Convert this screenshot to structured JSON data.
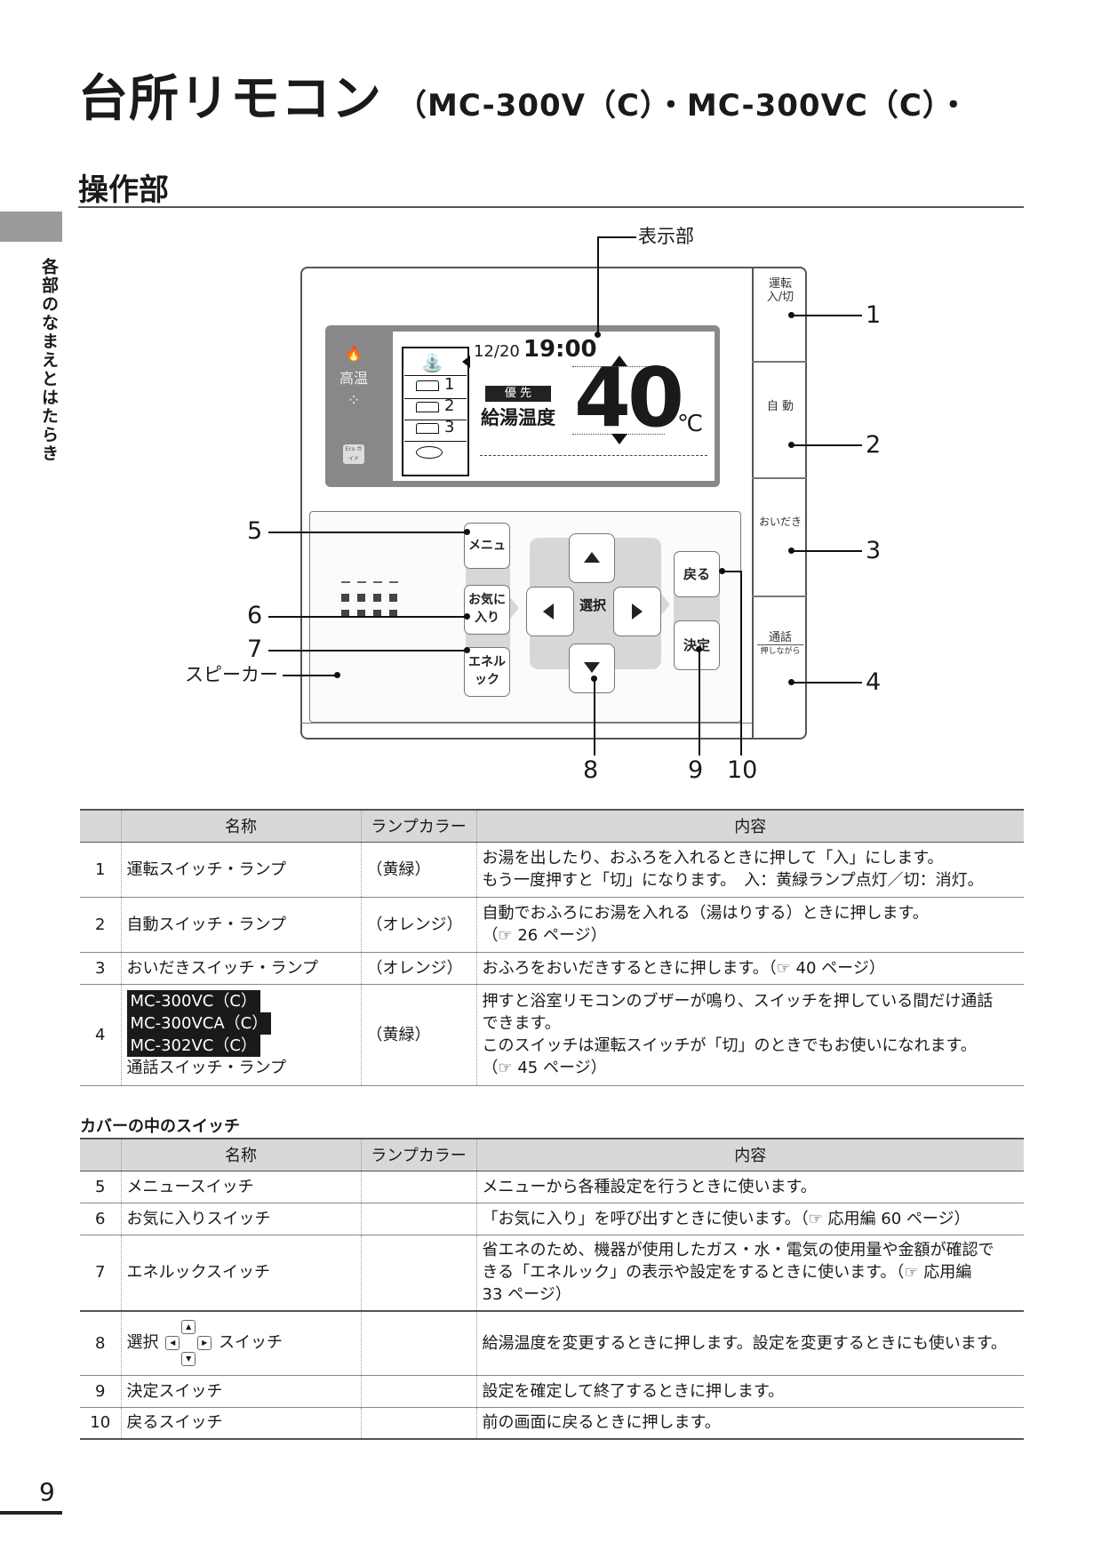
{
  "header": {
    "title": "台所リモコン",
    "models": "（MC-300V（C）・MC-300VC（C）・"
  },
  "section": {
    "title": "操作部"
  },
  "side_label": "各部のなまえとはたらき",
  "page_number": "9",
  "diagram": {
    "display_label": "表示部",
    "speaker_label": "スピーカー",
    "screen": {
      "icon_flame": "🔥",
      "icon_high_temp": "高温",
      "icon_eco": "Eco ガイド",
      "date": "12/20",
      "time": "19:00",
      "priority": "優 先",
      "label": "給湯温度",
      "temp": "40",
      "unit": "℃",
      "bath_nums": [
        "1",
        "2",
        "3"
      ]
    },
    "buttons": {
      "menu": "メニュー",
      "favorite": "お気に入り",
      "eneluck": "エネルック",
      "select": "選択",
      "back": "戻る",
      "decide": "決定"
    },
    "side_buttons": {
      "power": "運転",
      "power_sub": "入/切",
      "auto": "自 動",
      "reheat": "おいだき",
      "talk": "通話",
      "talk_sub": "押しながら"
    },
    "callouts": [
      "1",
      "2",
      "3",
      "4",
      "5",
      "6",
      "7",
      "8",
      "9",
      "10"
    ]
  },
  "table1": {
    "headers": {
      "name": "名称",
      "lamp": "ランプカラー",
      "content": "内容"
    },
    "rows": [
      {
        "num": "1",
        "name": "運転スイッチ・ランプ",
        "lamp": "（黄緑）",
        "content1": "お湯を出したり、おふろを入れるときに押して「入」にします。",
        "content2": "もう一度押すと「切」になります。　入：黄緑ランプ点灯／切：消灯。"
      },
      {
        "num": "2",
        "name": "自動スイッチ・ランプ",
        "lamp": "（オレンジ）",
        "content1": "自動でおふろにお湯を入れる（湯はりする）ときに押します。",
        "content2": "（☞ 26 ページ）"
      },
      {
        "num": "3",
        "name": "おいだきスイッチ・ランプ",
        "lamp": "（オレンジ）",
        "content1": "おふろをおいだきするときに押します。（☞ 40 ページ）"
      },
      {
        "num": "4",
        "name_models": [
          "MC-300VC（C）",
          "MC-300VCA（C）",
          "MC-302VC（C）"
        ],
        "name": "通話スイッチ・ランプ",
        "lamp": "（黄緑）",
        "content1": "押すと浴室リモコンのブザーが鳴り、スイッチを押している間だけ通話",
        "content2": "できます。",
        "content3": "このスイッチは運転スイッチが「切」のときでもお使いになれます。",
        "content4": "（☞ 45 ページ）"
      }
    ]
  },
  "table2": {
    "title": "カバーの中のスイッチ",
    "headers": {
      "name": "名称",
      "lamp": "ランプカラー",
      "content": "内容"
    },
    "rows": [
      {
        "num": "5",
        "name": "メニュースイッチ",
        "content1": "メニューから各種設定を行うときに使います。"
      },
      {
        "num": "6",
        "name": "お気に入りスイッチ",
        "content1": "「お気に入り」を呼び出すときに使います。（☞ 応用編 60 ページ）"
      },
      {
        "num": "7",
        "name": "エネルックスイッチ",
        "content1": "省エネのため、機器が使用したガス・水・電気の使用量や金額が確認で",
        "content2": "きる「エネルック」の表示や設定をするときに使います。（☞ 応用編",
        "content3": "33 ページ）"
      },
      {
        "num": "8",
        "name_pre": "選択",
        "name_post": "スイッチ",
        "content1": "給湯温度を変更するときに押します。設定を変更するときにも使います。"
      },
      {
        "num": "9",
        "name": "決定スイッチ",
        "content1": "設定を確定して終了するときに押します。"
      },
      {
        "num": "10",
        "name": "戻るスイッチ",
        "content1": "前の画面に戻るときに押します。"
      }
    ]
  }
}
